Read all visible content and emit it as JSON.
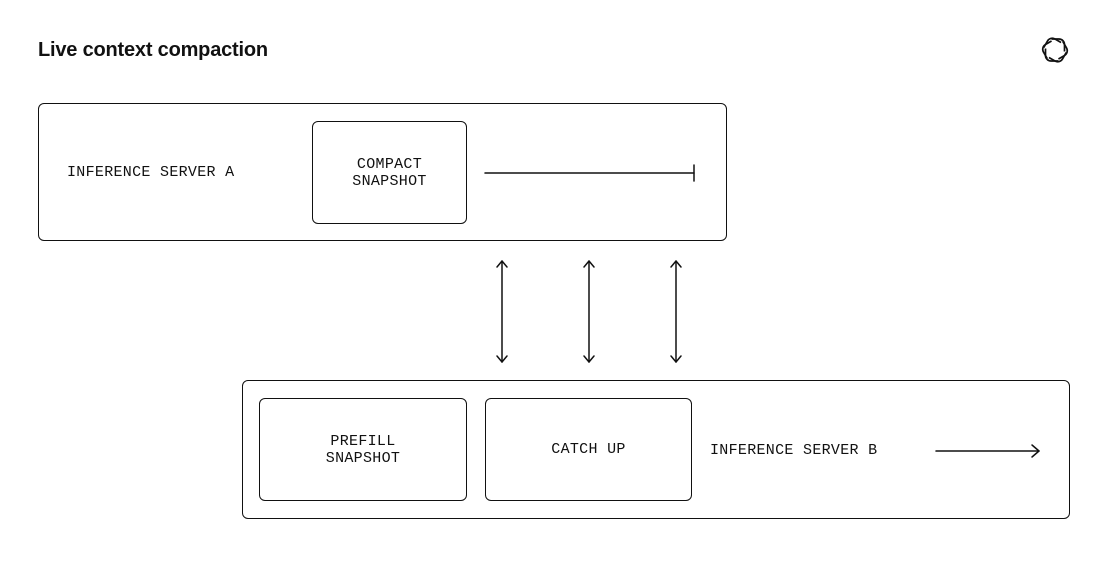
{
  "diagram": {
    "title": "Live context compaction",
    "logo_icon": "openai-logo-icon",
    "server_a": {
      "label": "INFERENCE SERVER A",
      "stage": "COMPACT\nSNAPSHOT"
    },
    "server_b": {
      "label": "INFERENCE SERVER B",
      "stages": [
        "PREFILL\nSNAPSHOT",
        "CATCH UP"
      ]
    },
    "colors": {
      "stroke": "#111111",
      "background": "#ffffff"
    }
  }
}
